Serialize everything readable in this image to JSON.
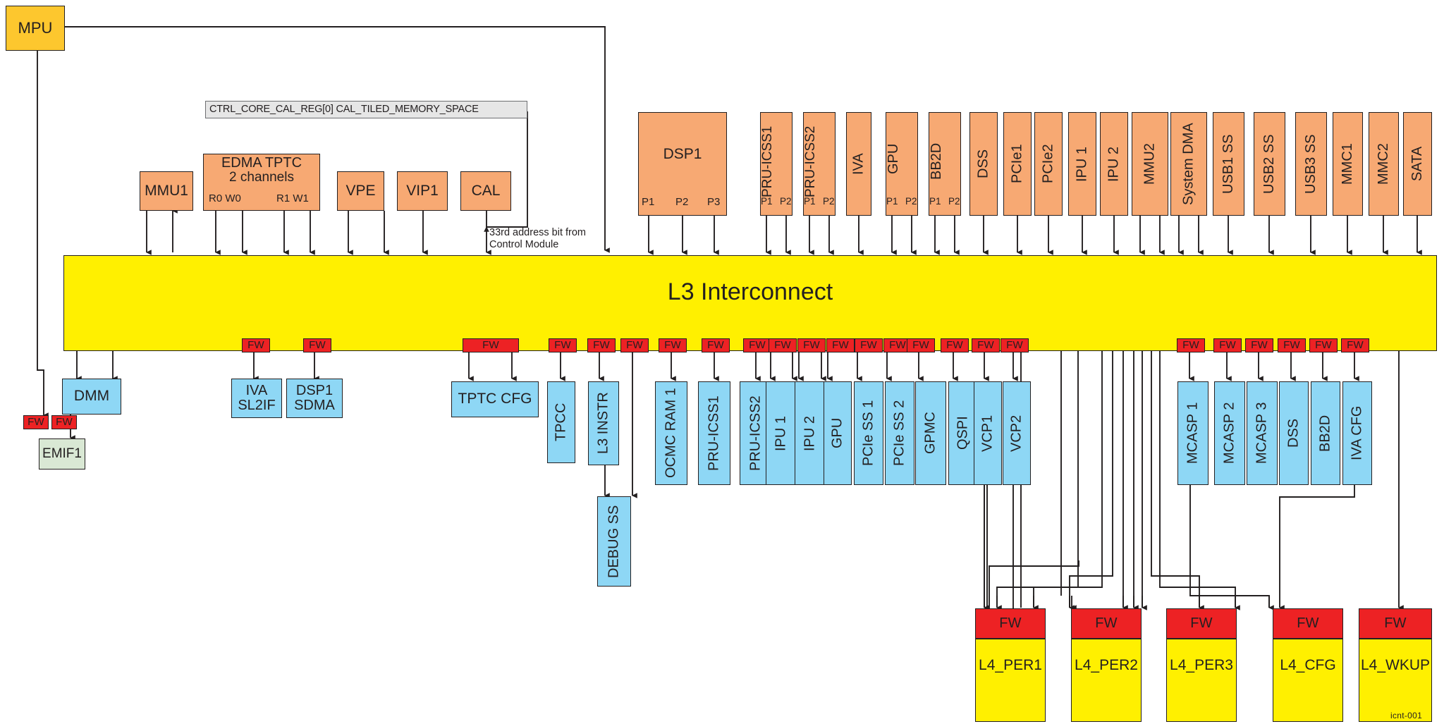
{
  "diagram": {
    "title": "L3 Interconnect",
    "corner_label": "icnt-001",
    "colors": {
      "initiator": "#f7a973",
      "target": "#8ed7f5",
      "interconnect": "#fff000",
      "firewall": "#ed2224",
      "memory": "#d9e8d4",
      "mpu": "#fdc72e",
      "register": "#e6e6e6"
    },
    "fw_label": "FW"
  },
  "mpu": {
    "label": "MPU"
  },
  "register_note": {
    "label": "CTRL_CORE_CAL_REG[0] CAL_TILED_MEMORY_SPACE"
  },
  "annotation": {
    "line1": "33rd address bit from",
    "line2": "Control Module"
  },
  "initiators_left": [
    {
      "label": "MMU1"
    },
    {
      "label": "EDMA TPTC",
      "line2": "2 channels",
      "ports": [
        "R0 W0",
        "R1 W1"
      ]
    },
    {
      "label": "VPE"
    },
    {
      "label": "VIP1"
    },
    {
      "label": "CAL"
    }
  ],
  "initiators_right": [
    {
      "label": "DSP1",
      "ports": [
        "P1",
        "P2",
        "P3"
      ]
    },
    {
      "label": "PRU-ICSS1",
      "ports": [
        "P1",
        "P2"
      ]
    },
    {
      "label": "PRU-ICSS2",
      "ports": [
        "P1",
        "P2"
      ]
    },
    {
      "label": "IVA",
      "ports": []
    },
    {
      "label": "GPU",
      "ports": [
        "P1",
        "P2"
      ]
    },
    {
      "label": "BB2D",
      "ports": [
        "P1",
        "P2"
      ]
    },
    {
      "label": "DSS",
      "ports": []
    },
    {
      "label": "PCIe1",
      "ports": []
    },
    {
      "label": "PCIe2",
      "ports": []
    },
    {
      "label": "IPU 1",
      "ports": []
    },
    {
      "label": "IPU 2",
      "ports": []
    },
    {
      "label": "MMU2",
      "ports": []
    },
    {
      "label": "System DMA",
      "ports": []
    },
    {
      "label": "USB1 SS",
      "ports": []
    },
    {
      "label": "USB2 SS",
      "ports": []
    },
    {
      "label": "USB3 SS",
      "ports": []
    },
    {
      "label": "MMC1",
      "ports": []
    },
    {
      "label": "MMC2",
      "ports": []
    },
    {
      "label": "SATA",
      "ports": []
    }
  ],
  "targets": [
    {
      "label": "DMM"
    },
    {
      "label": "EMIF1"
    },
    {
      "label": "IVA SL2IF",
      "line1": "IVA",
      "line2": "SL2IF"
    },
    {
      "label": "DSP1 SDMA",
      "line1": "DSP1",
      "line2": "SDMA"
    },
    {
      "label": "TPTC CFG"
    },
    {
      "label": "TPCC"
    },
    {
      "label": "L3 INSTR"
    },
    {
      "label": "DEBUG SS"
    },
    {
      "label": "OCMC RAM 1"
    },
    {
      "label": "PRU-ICSS1"
    },
    {
      "label": "PRU-ICSS2"
    },
    {
      "label": "IPU 1"
    },
    {
      "label": "IPU 2"
    },
    {
      "label": "GPU"
    },
    {
      "label": "PCIe SS 1"
    },
    {
      "label": "PCIe SS 2"
    },
    {
      "label": "GPMC"
    },
    {
      "label": "QSPI"
    },
    {
      "label": "VCP1"
    },
    {
      "label": "VCP2"
    },
    {
      "label": "MCASP 1"
    },
    {
      "label": "MCASP 2"
    },
    {
      "label": "MCASP 3"
    },
    {
      "label": "DSS"
    },
    {
      "label": "BB2D"
    },
    {
      "label": "IVA CFG"
    }
  ],
  "l4_blocks": [
    {
      "label": "L4_PER1",
      "fw": "FW"
    },
    {
      "label": "L4_PER2",
      "fw": "FW"
    },
    {
      "label": "L4_PER3",
      "fw": "FW"
    },
    {
      "label": "L4_CFG",
      "fw": "FW"
    },
    {
      "label": "L4_WKUP",
      "fw": "FW"
    }
  ]
}
